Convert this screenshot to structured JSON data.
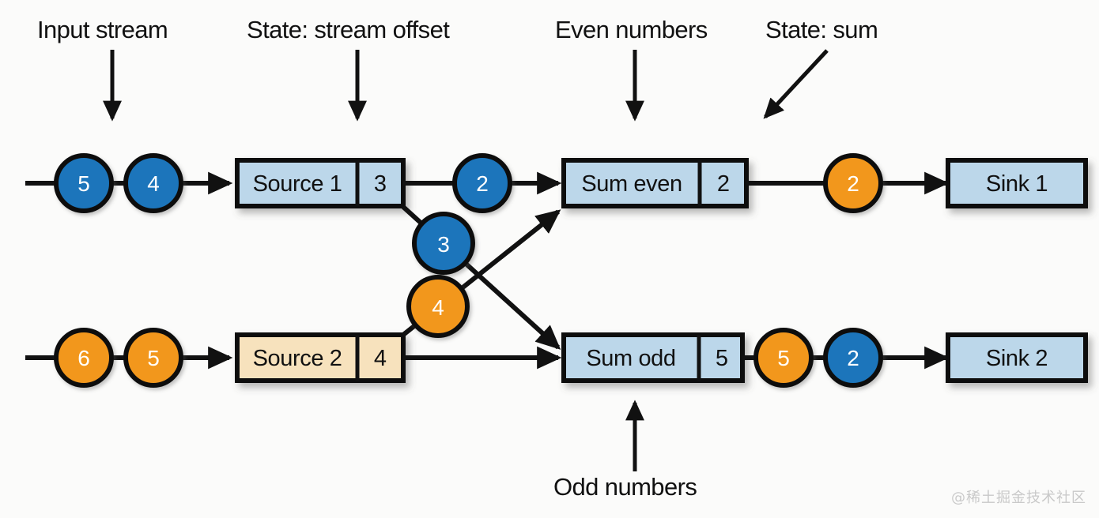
{
  "figure": {
    "background": "#fbfbfa",
    "watermark": "@稀土掘金技术社区"
  },
  "palette": {
    "blue_fill": "#1a75bb",
    "orange_fill": "#f2971f",
    "lightblue_box": "#bcd7ea",
    "beige_box": "#f7e2bd",
    "stroke": "#111111",
    "label_text": "#111111",
    "circle_text": "#ffffff"
  },
  "annotations": [
    {
      "id": "input-stream",
      "text": "Input stream"
    },
    {
      "id": "state-stream-offset",
      "text": "State: stream offset"
    },
    {
      "id": "even-numbers",
      "text": "Even numbers"
    },
    {
      "id": "state-sum",
      "text": "State: sum"
    },
    {
      "id": "odd-numbers",
      "text": "Odd numbers"
    }
  ],
  "top_row": {
    "input_events": [
      "5",
      "4"
    ],
    "operator": {
      "name": "Source 1",
      "state": "3",
      "style": "lightblue"
    },
    "output_event": "2",
    "aggregator": {
      "name": "Sum even",
      "state": "2",
      "style": "lightblue"
    },
    "emitted_event": "2",
    "sink": {
      "name": "Sink 1",
      "style": "lightblue"
    }
  },
  "bottom_row": {
    "input_events": [
      "6",
      "5"
    ],
    "operator": {
      "name": "Source 2",
      "state": "4",
      "style": "beige"
    },
    "aggregator": {
      "name": "Sum odd",
      "state": "5",
      "style": "lightblue"
    },
    "emitted_events": [
      "5",
      "2"
    ],
    "sink": {
      "name": "Sink 2",
      "style": "lightblue"
    }
  },
  "crossing_events": [
    {
      "id": "blue-3",
      "value": "3",
      "color": "blue",
      "from": "Source 1",
      "to": "Sum odd"
    },
    {
      "id": "orange-4",
      "value": "4",
      "color": "orange",
      "from": "Source 2",
      "to": "Sum even"
    }
  ]
}
